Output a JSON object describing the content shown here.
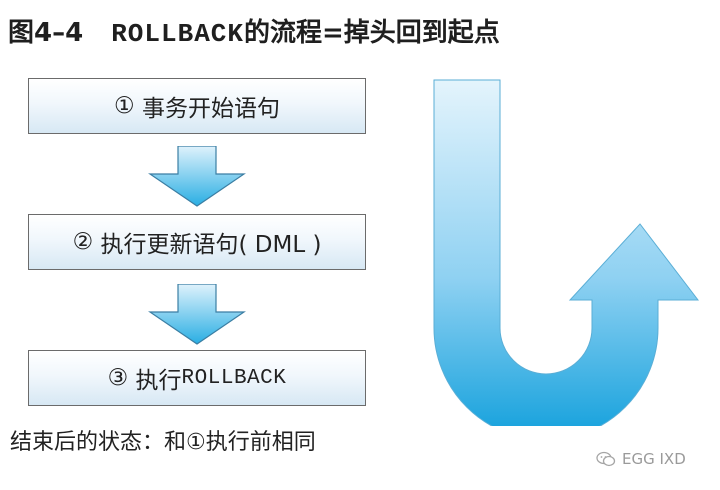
{
  "title": {
    "figure": "图4–4",
    "command": "ROLLBACK",
    "rest": "的流程=掉头回到起点"
  },
  "steps": [
    {
      "marker": "①",
      "text": "事务开始语句",
      "keyword": ""
    },
    {
      "marker": "②",
      "text": "执行更新语句( DML )",
      "keyword": ""
    },
    {
      "marker": "③",
      "text": "执行",
      "keyword": "ROLLBACK"
    }
  ],
  "note": "结束后的状态：和①执行前相同",
  "watermark": "EGG IXD",
  "colors": {
    "arrow_light": "#d6eefb",
    "arrow_dark": "#1aa3dc",
    "box_border": "#6b6b6b"
  },
  "icons": [
    "down-arrow-icon",
    "u-turn-arrow-icon",
    "wechat-icon"
  ]
}
